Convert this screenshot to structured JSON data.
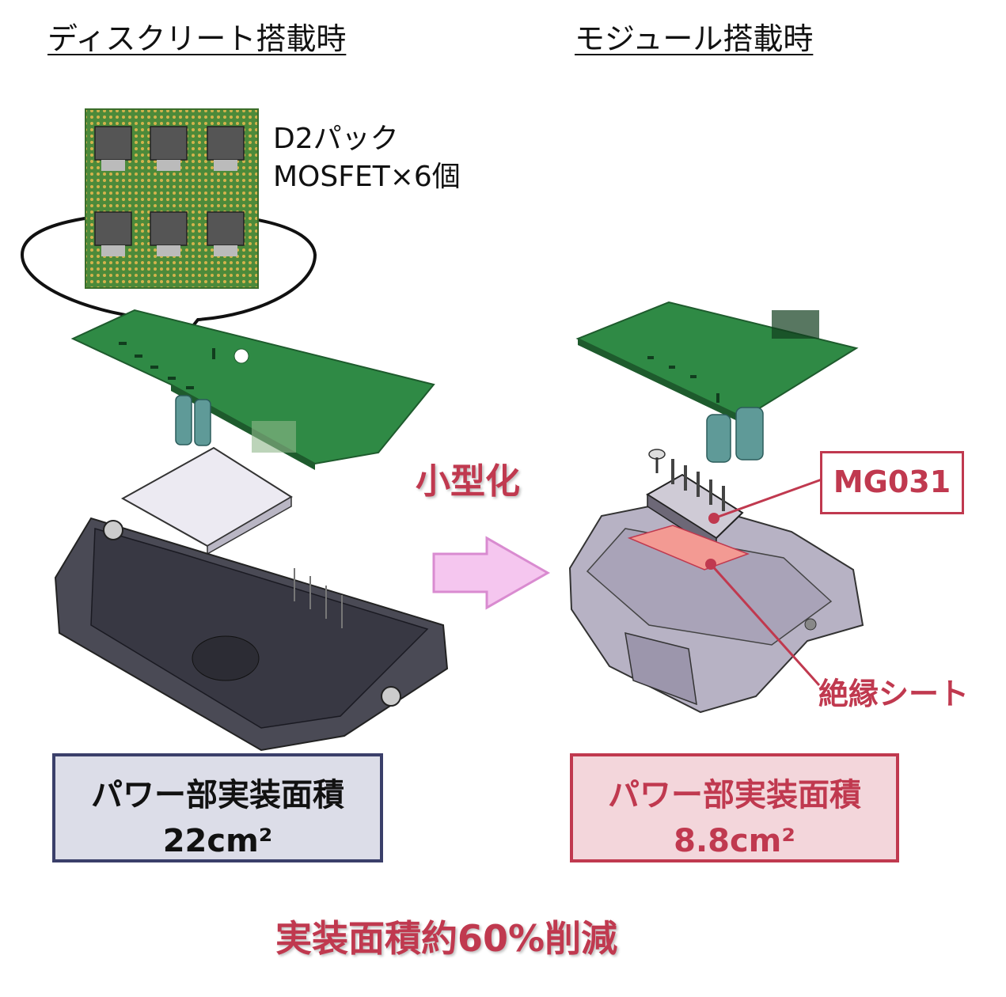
{
  "headings": {
    "left": "ディスクリート搭載時",
    "right": "モジュール搭載時"
  },
  "callout": {
    "line1": "D2パック",
    "line2": "MOSFET×6個"
  },
  "center_label": "小型化",
  "labels": {
    "module": "MG031",
    "sheet": "絶縁シート"
  },
  "left_box": {
    "title": "パワー部実装面積",
    "value": "22cm²"
  },
  "right_box": {
    "title": "パワー部実装面積",
    "value": "8.8cm²"
  },
  "summary": "実装面積約60%削減",
  "colors": {
    "accent_red": "#c0394f",
    "navy": "#3a3f6a",
    "pcb_green": "#2e8b4a"
  }
}
